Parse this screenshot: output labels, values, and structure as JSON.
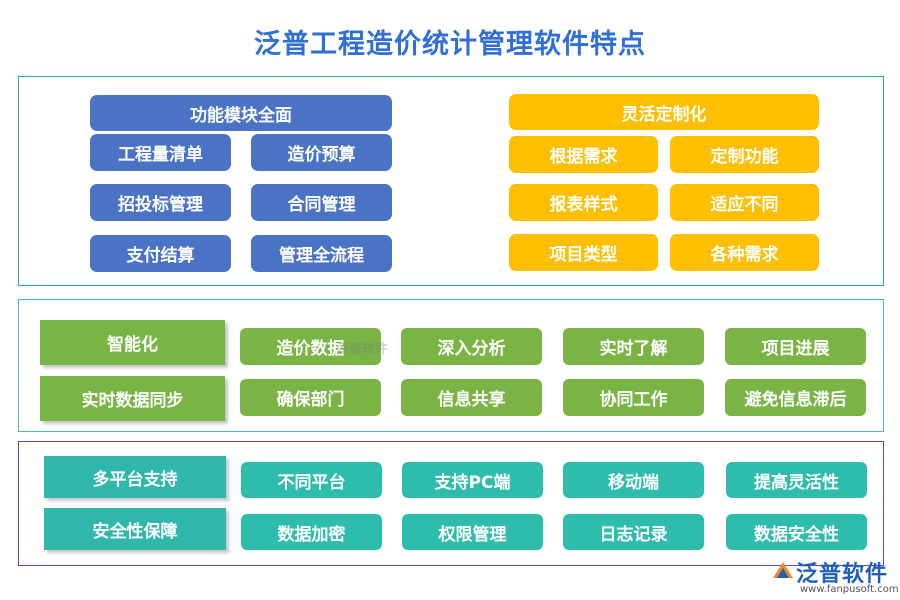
{
  "title": "泛普工程造价统计管理软件特点",
  "section1": {
    "left_header": "功能模块全面",
    "left_items": [
      "工程量清单",
      "造价预算",
      "招投标管理",
      "合同管理",
      "支付结算",
      "管理全流程"
    ],
    "right_header": "灵活定制化",
    "right_items": [
      "根据需求",
      "定制功能",
      "报表样式",
      "适应不同",
      "项目类型",
      "各种需求"
    ]
  },
  "section2": {
    "rows": [
      {
        "header": "智能化",
        "items": [
          "造价数据",
          "深入分析",
          "实时了解",
          "项目进展"
        ]
      },
      {
        "header": "实时数据同步",
        "items": [
          "确保部门",
          "信息共享",
          "协同工作",
          "避免信息滞后"
        ]
      }
    ]
  },
  "section3": {
    "rows": [
      {
        "header": "多平台支持",
        "items": [
          "不同平台",
          "支持PC端",
          "移动端",
          "提高灵活性"
        ]
      },
      {
        "header": "安全性保障",
        "items": [
          "数据加密",
          "权限管理",
          "日志记录",
          "数据安全性"
        ]
      }
    ]
  },
  "watermark": "泛普软件",
  "logo": {
    "name": "泛普软件",
    "url": "www.fanpusoft.com"
  },
  "colors": {
    "title": "#2f6fd6",
    "blue": "#4a73c6",
    "yellow": "#fdbf00",
    "green": "#7ab445",
    "teal": "#2ebcac"
  }
}
